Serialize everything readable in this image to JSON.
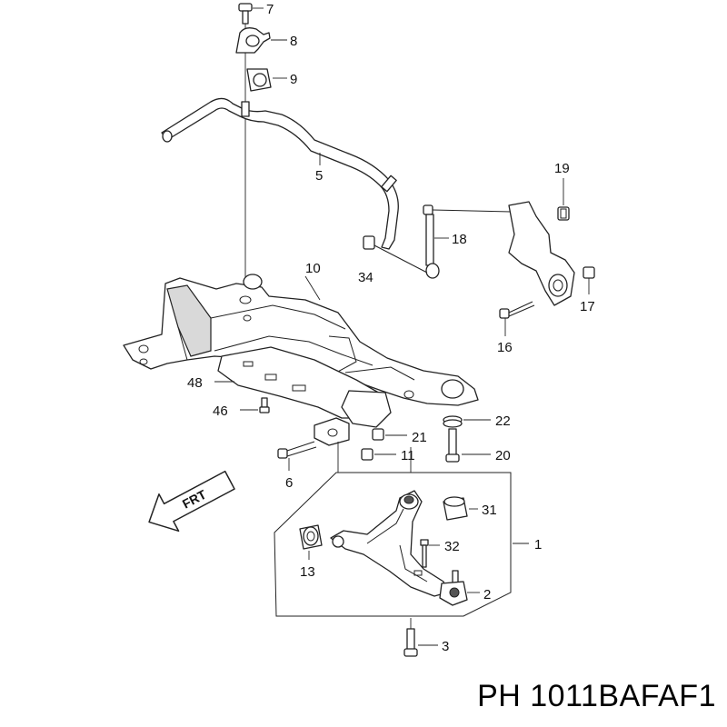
{
  "diagram": {
    "labels": {
      "p7": "7",
      "p8": "8",
      "p9": "9",
      "p5": "5",
      "p19": "19",
      "p18": "18",
      "p34": "34",
      "p10": "10",
      "p17": "17",
      "p16": "16",
      "p48": "48",
      "p46": "46",
      "p21": "21",
      "p22": "22",
      "p11": "11",
      "p20": "20",
      "p6": "6",
      "p31": "31",
      "p1": "1",
      "p32": "32",
      "p13": "13",
      "p2": "2",
      "p3": "3"
    },
    "frt_arrow": "FRT",
    "catalog_code": "PH 1011BAFAF1"
  }
}
